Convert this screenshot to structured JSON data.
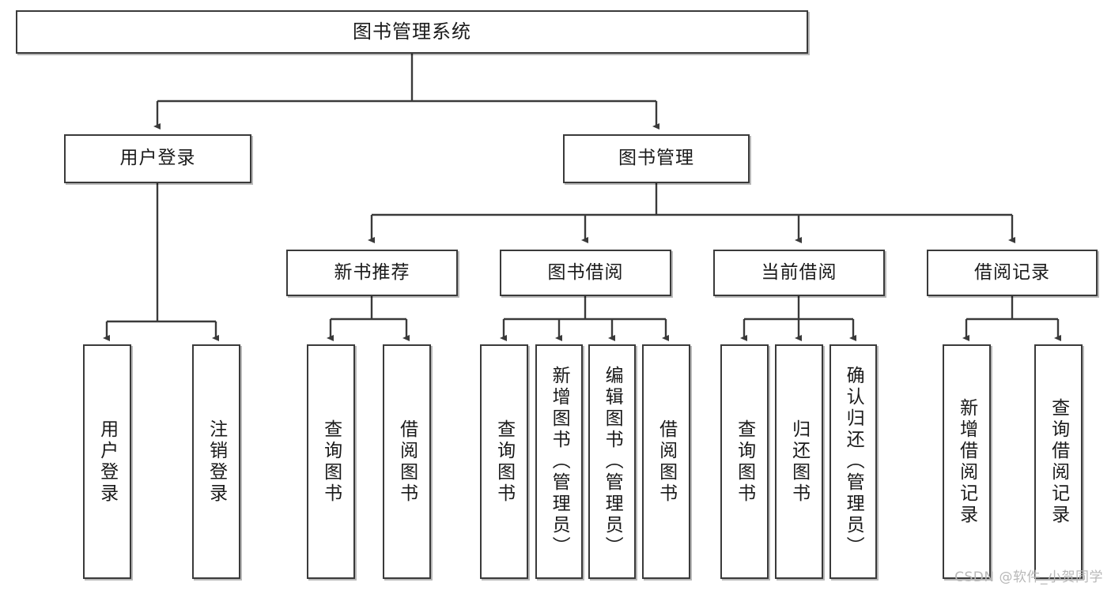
{
  "diagram": {
    "title": "图书管理系统",
    "type": "tree",
    "watermark": "CSDN @软件_小贺同学",
    "colors": {
      "node_border": "#3a3a3a",
      "node_fill": "#ffffff",
      "edge": "#3a3a3a",
      "text": "#1a1a1a",
      "watermark": "#b8b8b8"
    },
    "nodes": {
      "root": {
        "label": "图书管理系统"
      },
      "level2": [
        {
          "id": "user-login",
          "label": "用户登录"
        },
        {
          "id": "book-manage",
          "label": "图书管理"
        }
      ],
      "level3": [
        {
          "id": "new-book-recommend",
          "label": "新书推荐"
        },
        {
          "id": "book-borrow",
          "label": "图书借阅"
        },
        {
          "id": "current-borrow",
          "label": "当前借阅"
        },
        {
          "id": "borrow-record",
          "label": "借阅记录"
        }
      ],
      "leaves": {
        "user_login": [
          {
            "id": "leaf-user-login",
            "label": "用户登录"
          },
          {
            "id": "leaf-logout-login",
            "label": "注销登录"
          }
        ],
        "new_book_recommend": [
          {
            "id": "leaf-query-book-1",
            "label": "查询图书"
          },
          {
            "id": "leaf-borrow-book-1",
            "label": "借阅图书"
          }
        ],
        "book_borrow": [
          {
            "id": "leaf-query-book-2",
            "label": "查询图书"
          },
          {
            "id": "leaf-add-book",
            "label": "新增图书（管理员）"
          },
          {
            "id": "leaf-edit-book",
            "label": "编辑图书（管理员）"
          },
          {
            "id": "leaf-borrow-book-2",
            "label": "借阅图书"
          }
        ],
        "current_borrow": [
          {
            "id": "leaf-query-book-3",
            "label": "查询图书"
          },
          {
            "id": "leaf-return-book",
            "label": "归还图书"
          },
          {
            "id": "leaf-confirm-return",
            "label": "确认归还（管理员）"
          }
        ],
        "borrow_record": [
          {
            "id": "leaf-add-record",
            "label": "新增借阅记录"
          },
          {
            "id": "leaf-query-record",
            "label": "查询借阅记录"
          }
        ]
      }
    },
    "edges": [
      {
        "from": "图书管理系统",
        "to": "用户登录"
      },
      {
        "from": "图书管理系统",
        "to": "图书管理"
      },
      {
        "from": "用户登录",
        "to": "用户登录"
      },
      {
        "from": "用户登录",
        "to": "注销登录"
      },
      {
        "from": "图书管理",
        "to": "新书推荐"
      },
      {
        "from": "图书管理",
        "to": "图书借阅"
      },
      {
        "from": "图书管理",
        "to": "当前借阅"
      },
      {
        "from": "图书管理",
        "to": "借阅记录"
      },
      {
        "from": "新书推荐",
        "to": "查询图书"
      },
      {
        "from": "新书推荐",
        "to": "借阅图书"
      },
      {
        "from": "图书借阅",
        "to": "查询图书"
      },
      {
        "from": "图书借阅",
        "to": "新增图书（管理员）"
      },
      {
        "from": "图书借阅",
        "to": "编辑图书（管理员）"
      },
      {
        "from": "图书借阅",
        "to": "借阅图书"
      },
      {
        "from": "当前借阅",
        "to": "查询图书"
      },
      {
        "from": "当前借阅",
        "to": "归还图书"
      },
      {
        "from": "当前借阅",
        "to": "确认归还（管理员）"
      },
      {
        "from": "借阅记录",
        "to": "新增借阅记录"
      },
      {
        "from": "借阅记录",
        "to": "查询借阅记录"
      }
    ]
  }
}
